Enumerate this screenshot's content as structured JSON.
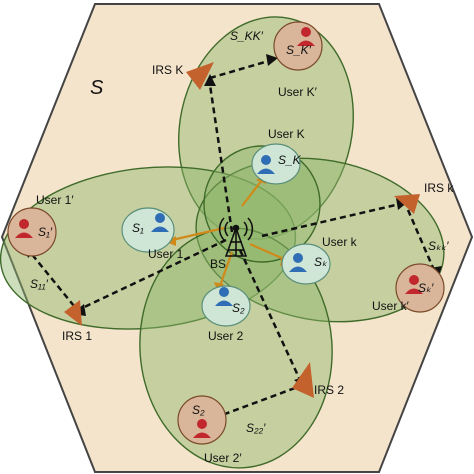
{
  "colors": {
    "cell_fill": "#f4e4cc",
    "cell_stroke": "#444444",
    "ellipse_fill": "#8fb56a",
    "ellipse_stroke": "#3f6b2a",
    "user_near_fill": "#cfe6d6",
    "user_near_stroke": "#5a8f7a",
    "user_far_fill": "#d9b59a",
    "user_far_stroke": "#7a4a2a",
    "person_blue": "#2f6db5",
    "person_red": "#c1272d",
    "irs": "#c4622d",
    "bs_arrow": "#d08a1a",
    "link": "#111111"
  },
  "icons": {
    "base_station": "antenna-tower-icon",
    "irs": "triangle-reflector-icon",
    "user": "person-icon"
  },
  "labels": {
    "cell": "S",
    "bs": "BS",
    "user_1": "User 1",
    "user_2": "User 2",
    "user_k": "User k",
    "user_K": "User K",
    "user_1p": "User 1′",
    "user_2p": "User 2′",
    "user_kp": "User k′",
    "user_Kp": "User K′",
    "irs_1": "IRS 1",
    "irs_2": "IRS 2",
    "irs_k": "IRS k",
    "irs_K": "IRS K",
    "s_1": "S₁",
    "s_2": "S₂",
    "s_k": "Sₖ",
    "s_K": "S_K",
    "s_1p": "S₁′",
    "s_2p": "S₂",
    "s_kp": "Sₖ′",
    "s_Kp": "S_K′",
    "s_11p": "S₁₁′",
    "s_22p": "S₂₂′",
    "s_kkp": "Sₖₖ′",
    "s_KKp": "S_KK′"
  }
}
